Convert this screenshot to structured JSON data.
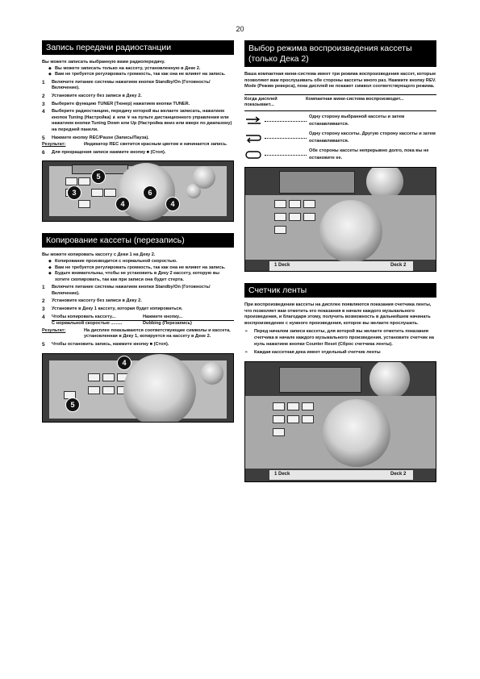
{
  "page_number": "20",
  "left": {
    "rec": {
      "title": "Запись передачи радиостанции",
      "intro": "Вы можете записать выбранную вами радиопередачу.",
      "bullets": [
        "Вы можете записать только на кассету, установленную в Деке 2.",
        "Вам не требуется регулировать громкость, так как она не влияет на запись."
      ],
      "steps": [
        {
          "n": "1",
          "text": "Включите питание системы нажатием кнопки Standby/On (Готовность/Включение)."
        },
        {
          "n": "2",
          "text": "Установите кассету без записи в Деку 2."
        },
        {
          "n": "3",
          "text": "Выберите функцию TUNER (Тюнер) нажатием кнопки TUNER."
        },
        {
          "n": "4",
          "text": "Выберите радиостанцию, передачу которой вы желаете записать, нажатием кнопок Tuning (Настройка) ∧ или ∨ на пульте дистанционного управления или нажатием кнопки Tuning Down или Up (Настройка вниз или вверх по диапазону) на передней панели."
        },
        {
          "n": "5",
          "text": "Нажмите кнопку REC/Pause (Запись/Пауза)."
        }
      ],
      "result_label": "Результат:",
      "result_text": "Индикатор REC светится красным цветом и начинается запись.",
      "step6": {
        "n": "6",
        "text": "Для прекращения записи нажмите кнопку ■ (Стоп)."
      },
      "callouts": [
        "5",
        "3",
        "6",
        "4",
        "4"
      ]
    },
    "copy": {
      "title": "Копирование кассеты (перезапись)",
      "intro": "Вы можете копировать кассету с Деки 1 на Деку 2.",
      "bullets": [
        "Копирование производится с нормальной скоростью.",
        "Вам не требуется регулировать громкость, так как она не влияет на запись.",
        "Будьте внимательны, чтобы не установить в Деку 2 кассету, которую вы хотите скопировать, так как при записи она будет стерта."
      ],
      "steps": [
        {
          "n": "1",
          "text": "Включите питание системы нажатием кнопки Standby/On (Готовность/Включение)."
        },
        {
          "n": "2",
          "text": "Установите кассету без записи в Деку 2."
        },
        {
          "n": "3",
          "text": "Установите в Деку 1 кассету, которая будет копироваться."
        }
      ],
      "step4": {
        "n": "4",
        "col1": "Чтобы копировать кассету...",
        "col2": "Нажмите кнопку...",
        "row_left": "С нормальной скоростью .........",
        "row_right": "Dubbing (Перезапись)"
      },
      "result_label": "Результат:",
      "result_text": "На дисплее показываются соответствующие символы и кассета, установленная в Деку 1, копируется на кассету в Деке 2.",
      "step5": {
        "n": "5",
        "text": "Чтобы остановить запись, нажмите кнопку ■ (Стоп)."
      },
      "callouts": [
        "4",
        "5"
      ]
    }
  },
  "right": {
    "mode": {
      "title": "Выбор режима воспроизведения кассеты (только Дека 2)",
      "intro": "Ваша компактная мини-система имеет три режима воспроизведения кассет, которые позволяют вам прослушивать обе стороны кассеты много раз. Нажмите кнопку REV. Mode (Режим реверса), пока дисплей не покажет символ соответствующего режима.",
      "table_head": [
        "Когда дисплей показывает...",
        "Компактная мини-система воспроизводит..."
      ],
      "rows": [
        {
          "text": "Одну сторону выбранной кассеты и затем останавливается."
        },
        {
          "text": "Одну сторону кассеты. Другую сторону кассеты и затем останавливается."
        },
        {
          "text": "Обе стороны кассеты непрерывно долго, пока вы не остановите ее."
        }
      ],
      "deck_labels": [
        "1 Deck",
        "Deck 2"
      ]
    },
    "counter": {
      "title": "Счетчик ленты",
      "body": "При воспроизведении кассеты на дисплее появляются показания счетчика ленты, что позволяет вам отметить его показания в начале каждого музыкального произведения, и благодаря этому, получить возможность в дальнейшем начинать воспроизведение с нужного произведения, которое вы желаете прослушать.",
      "notes": [
        "Перед началом записи кассеты, для которой вы желаете отметить показания счетчика в начале каждого музыкального произведения, установите счетчик на нуль нажатием кнопки Counter Reset (Сброс счетчика ленты).",
        "Каждая кассетная дека имеет отдельный счетчик ленты"
      ],
      "note_mark": "➢",
      "deck_labels": [
        "1 Deck",
        "Deck 2"
      ]
    }
  }
}
